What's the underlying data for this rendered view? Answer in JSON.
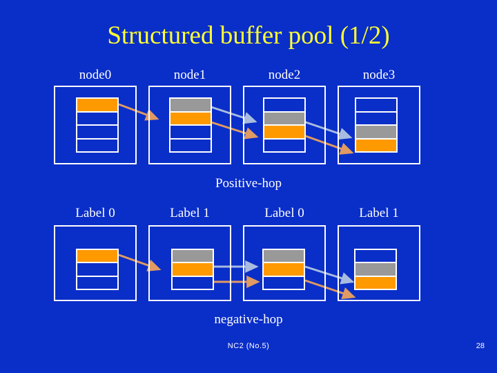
{
  "slide": {
    "title": "Structured buffer pool (1/2)",
    "background_color": "#0a2ec8",
    "title_color": "#ffff33",
    "text_color": "#ffffff"
  },
  "colors": {
    "orange": "#ff9900",
    "gray": "#999999",
    "blue": "#0a2ec8",
    "outline": "#ffffff",
    "arrow_blue": "#a8bce0",
    "arrow_orange": "#e09a62"
  },
  "top_row": {
    "hop_label": "Positive-hop",
    "nodes": [
      {
        "caption": "node0",
        "cells": [
          "orange",
          "blue",
          "blue",
          "blue"
        ]
      },
      {
        "caption": "node1",
        "cells": [
          "gray",
          "orange",
          "blue",
          "blue"
        ]
      },
      {
        "caption": "node2",
        "cells": [
          "blue",
          "gray",
          "orange",
          "blue"
        ]
      },
      {
        "caption": "node3",
        "cells": [
          "blue",
          "blue",
          "gray",
          "orange"
        ]
      }
    ]
  },
  "bottom_row": {
    "hop_label": "negative-hop",
    "nodes": [
      {
        "caption": "Label 0",
        "cells": [
          "orange",
          "blue",
          "blue"
        ]
      },
      {
        "caption": "Label 1",
        "cells": [
          "gray",
          "orange",
          "blue"
        ]
      },
      {
        "caption": "Label 0",
        "cells": [
          "gray",
          "orange",
          "blue"
        ]
      },
      {
        "caption": "Label 1",
        "cells": [
          "blue",
          "gray",
          "orange"
        ]
      }
    ]
  },
  "footer": {
    "center": "NC2 (No.5)",
    "page": "28"
  }
}
